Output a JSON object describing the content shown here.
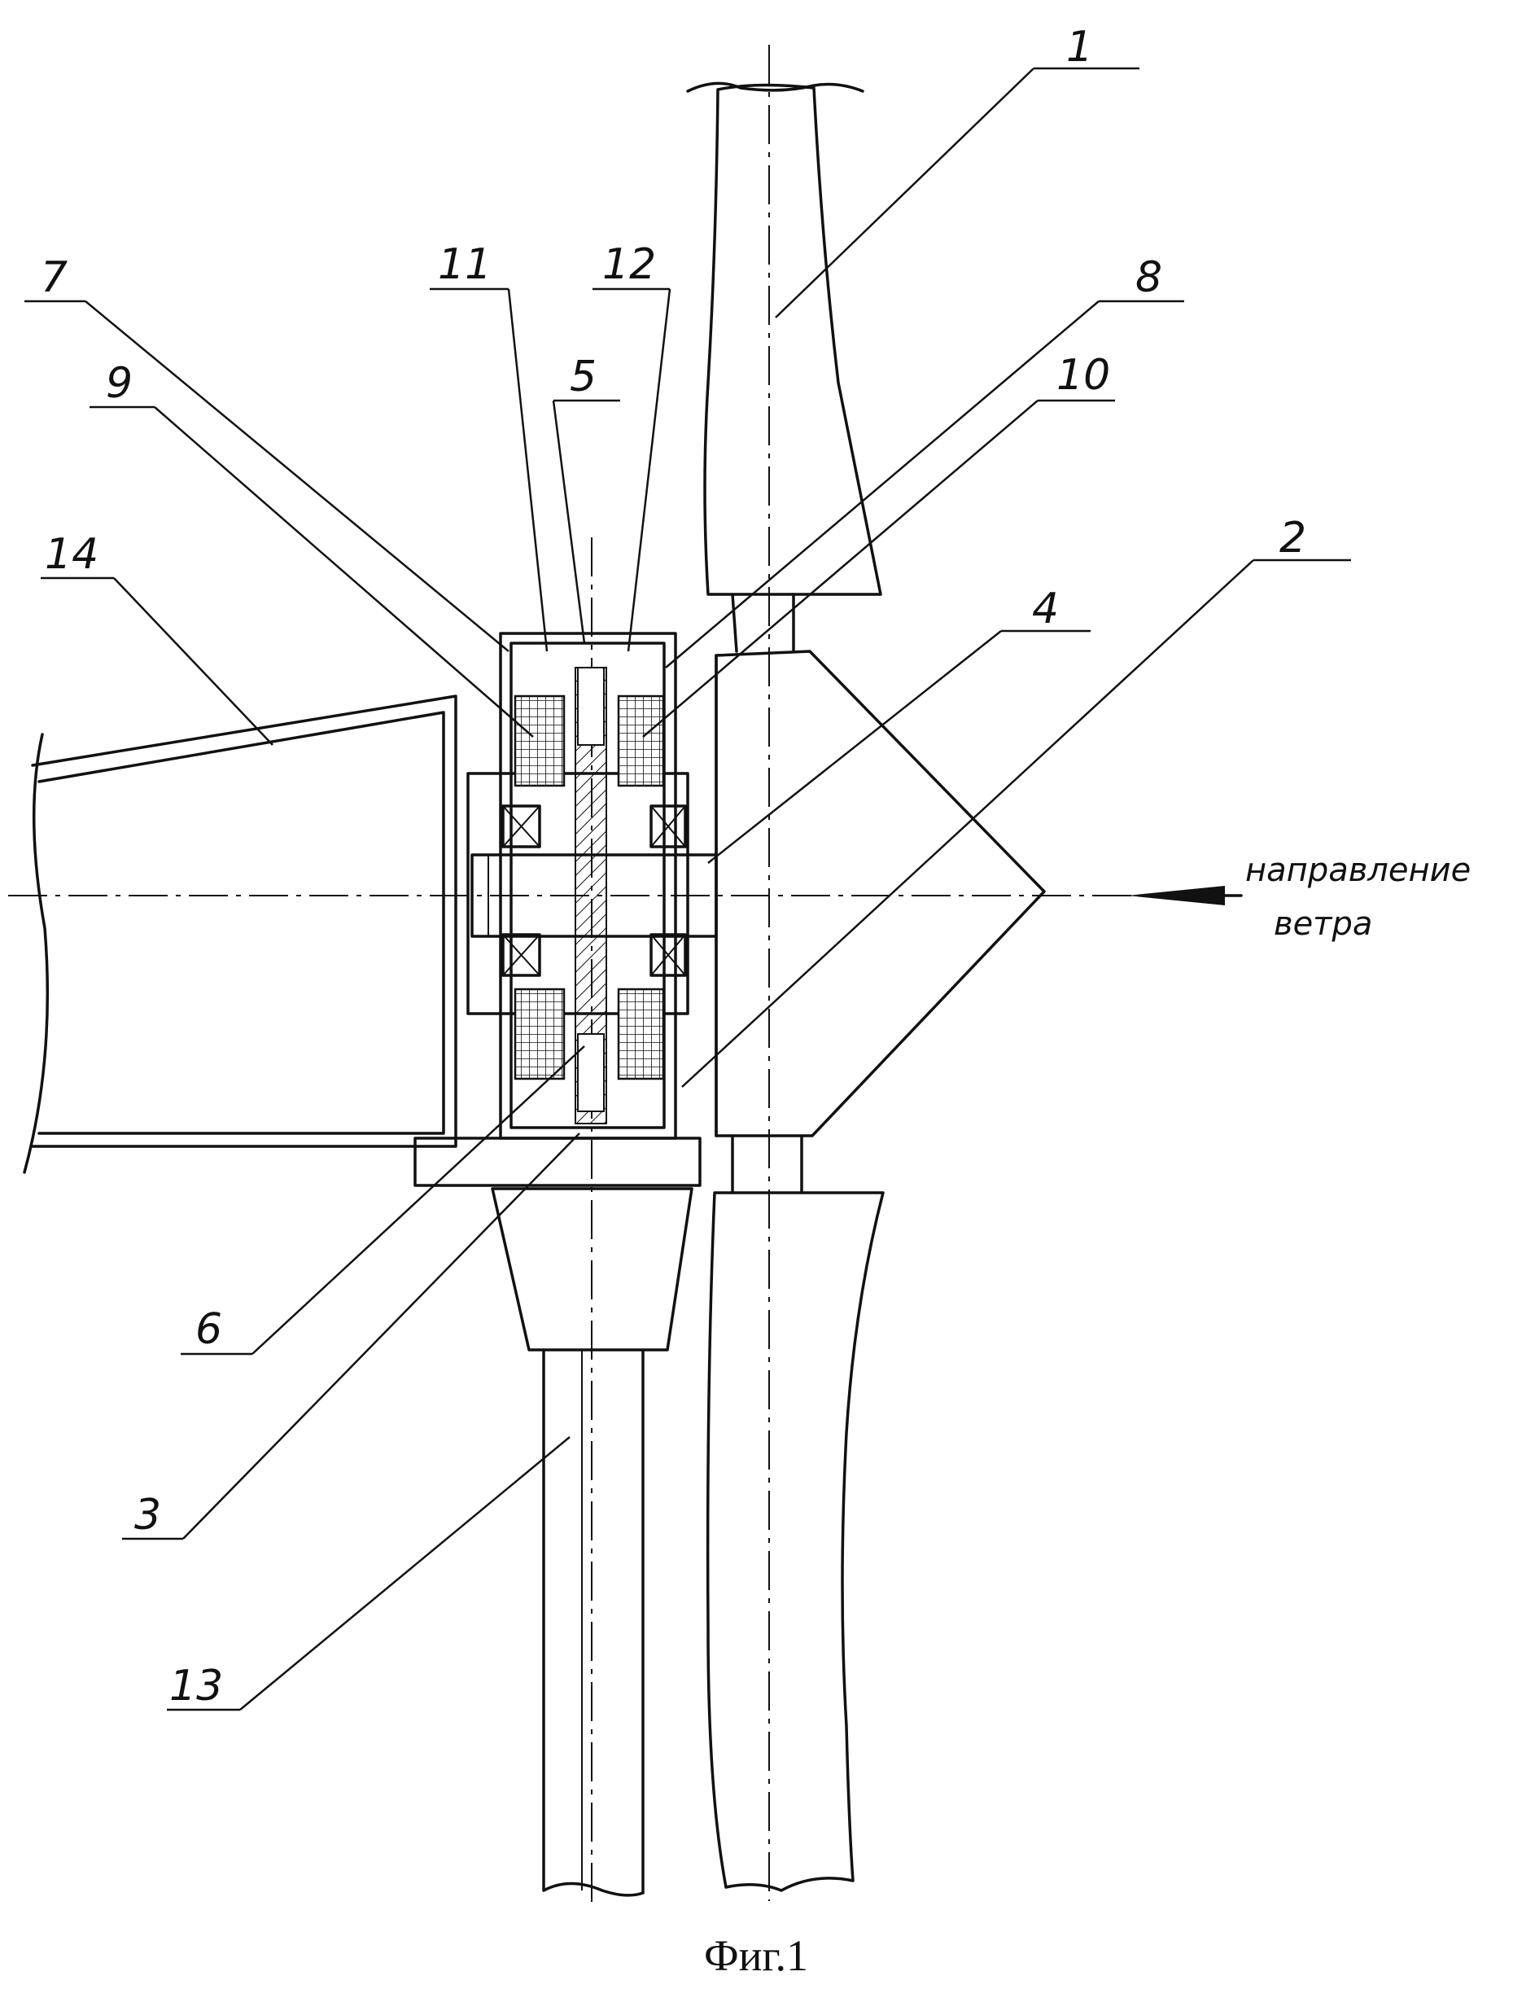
{
  "figure": {
    "caption": "Фиг.1",
    "wind_label_line1": "направление",
    "wind_label_line2": "ветра"
  },
  "callouts": [
    "1",
    "2",
    "3",
    "4",
    "5",
    "6",
    "7",
    "8",
    "9",
    "10",
    "11",
    "12",
    "13",
    "14"
  ]
}
